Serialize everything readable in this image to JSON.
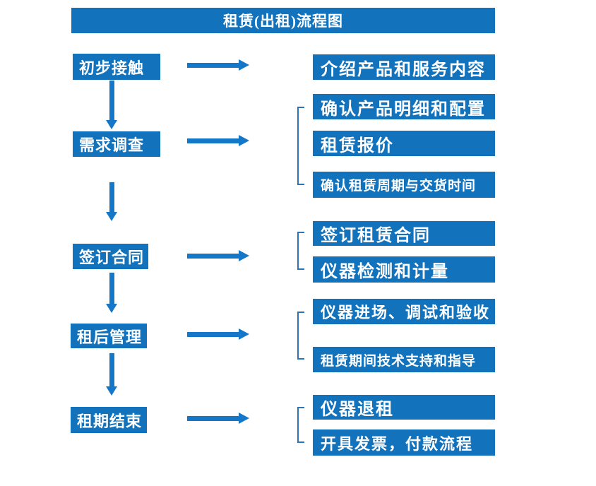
{
  "title": "租赁(出租)流程图",
  "colors": {
    "box_fill": "#1272BC",
    "arrow": "#1577C8",
    "bracket": "#2E74B5",
    "box_text": "#FFFFFF",
    "background": "#FFFFFF"
  },
  "steps": [
    {
      "label": "初步接触",
      "details": [
        "介绍产品和服务内容"
      ]
    },
    {
      "label": "需求调查",
      "details": [
        "确认产品明细和配置",
        "租赁报价",
        "确认租赁周期与交货时间"
      ]
    },
    {
      "label": "签订合同",
      "details": [
        "签订租赁合同",
        "仪器检测和计量"
      ]
    },
    {
      "label": "租后管理",
      "details": [
        "仪器进场、调试和验收",
        "租赁期间技术支持和指导"
      ]
    },
    {
      "label": "租期结束",
      "details": [
        "仪器退租",
        "开具发票，付款流程"
      ]
    }
  ]
}
